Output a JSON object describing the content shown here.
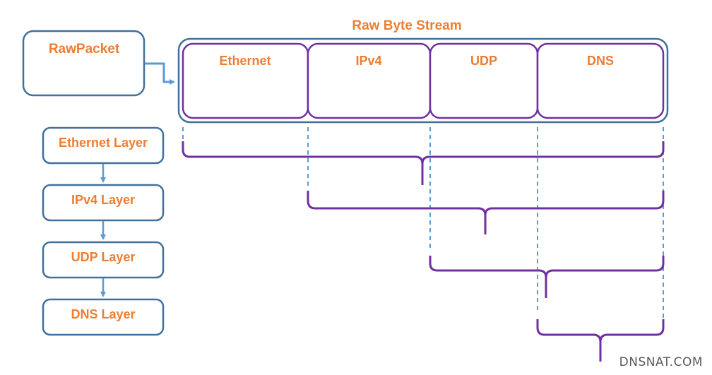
{
  "raw_packet": {
    "label": "RawPacket"
  },
  "stream": {
    "title": "Raw Byte Stream",
    "segments": [
      "Ethernet",
      "IPv4",
      "UDP",
      "DNS"
    ]
  },
  "layers": [
    "Ethernet Layer",
    "IPv4 Layer",
    "UDP Layer",
    "DNS Layer"
  ],
  "watermark": "DNSNAT.COM",
  "colors": {
    "label": "#ED7D31",
    "box_stroke": "#41719C",
    "segment_stroke": "#7030A0",
    "arrow": "#5B9BD5",
    "bracket": "#7030A0",
    "dashed": "#5B9BD5"
  }
}
